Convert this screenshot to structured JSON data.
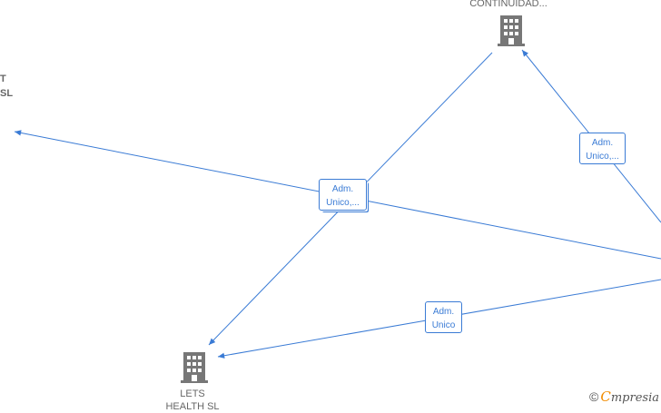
{
  "nodes": {
    "continuidad": {
      "label": "CONTINUIDAD...",
      "icon": "building-icon"
    },
    "lets": {
      "label_line1": "LETS",
      "label_line2": "HEALTH SL",
      "icon": "building-icon"
    },
    "left": {
      "label_line1": "T",
      "label_line2": "SL"
    }
  },
  "relations": {
    "center": {
      "line1": "Adm.",
      "line2": "Unico,..."
    },
    "right": {
      "line1": "Adm.",
      "line2": "Unico,..."
    },
    "bottom": {
      "line1": "Adm.",
      "line2": "Unico"
    }
  },
  "brand": {
    "copyright": "©",
    "initial": "C",
    "name": "mpresia"
  },
  "colors": {
    "edge": "#3a7bd5",
    "building": "#777777",
    "label": "#666666",
    "brand_accent": "#f28c00"
  }
}
